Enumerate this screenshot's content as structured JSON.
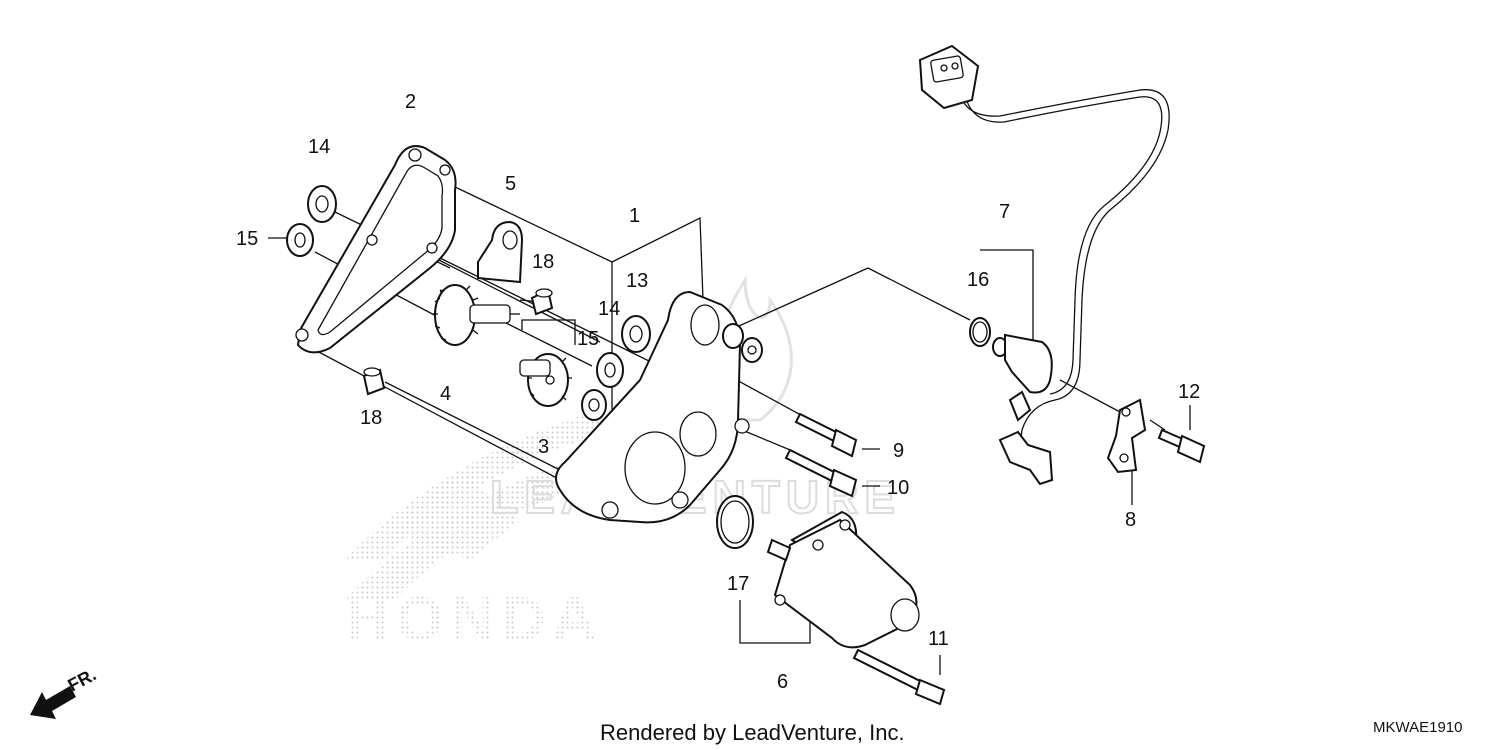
{
  "callouts": {
    "c1": "1",
    "c2": "2",
    "c3": "3",
    "c4": "4",
    "c5": "5",
    "c6": "6",
    "c7": "7",
    "c8": "8",
    "c9": "9",
    "c10": "10",
    "c11": "11",
    "c12": "12",
    "c13": "13",
    "c14a": "14",
    "c14b": "14",
    "c15a": "15",
    "c15b": "15",
    "c16": "16",
    "c17": "17",
    "c18a": "18",
    "c18b": "18"
  },
  "footer": {
    "credit": "Rendered by LeadVenture, Inc.",
    "diagram_code": "MKWAE1910",
    "front_indicator": "FR."
  },
  "watermark": {
    "brand": "HONDA",
    "vendor": "LEADVENTURE"
  }
}
